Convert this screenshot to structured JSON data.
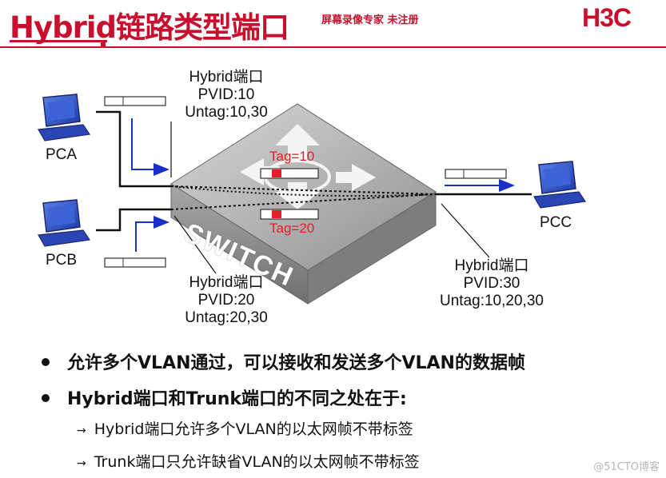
{
  "header": {
    "title": "Hybrid链路类型端口",
    "recorder": "屏幕录像专家 未注册",
    "logo": "H3C"
  },
  "colors": {
    "accent": "#c8102e",
    "arrow": "#1a2fc8",
    "tag": "#e0202a"
  },
  "diagram": {
    "pca": "PCA",
    "pcb": "PCB",
    "pcc": "PCC",
    "switch_text": "SWITCH",
    "tag10": "Tag=10",
    "tag20": "Tag=20",
    "port_top": {
      "line1": "Hybrid端口",
      "line2": "PVID:10",
      "line3": "Untag:10,30"
    },
    "port_bottom": {
      "line1": "Hybrid端口",
      "line2": "PVID:20",
      "line3": "Untag:20,30"
    },
    "port_right": {
      "line1": "Hybrid端口",
      "line2": "PVID:30",
      "line3": "Untag:10,20,30"
    }
  },
  "bullets": [
    "允许多个VLAN通过，可以接收和发送多个VLAN的数据帧",
    "Hybrid端口和Trunk端口的不同之处在于:"
  ],
  "subpoints": [
    "Hybrid端口允许多个VLAN的以太网帧不带标签",
    "Trunk端口只允许缺省VLAN的以太网帧不带标签"
  ],
  "watermark": "@51CTO博客"
}
